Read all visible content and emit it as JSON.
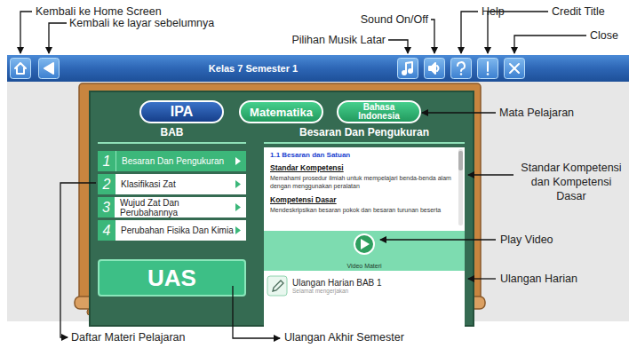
{
  "diagram": {
    "nodes": [
      {
        "text": [
          "Kelas 7 Semester 1"
        ]
      },
      {
        "text": [
          "BAB",
          "Besaran Dan Pengukuran"
        ]
      },
      {
        "text": [
          "IPA"
        ],
        "in": 1
      },
      {
        "text": [
          "Matematika"
        ],
        "in": 1
      },
      {
        "text": [
          "Bahasa Indonesia"
        ],
        "in": 1
      },
      {
        "text": [
          "1",
          "Besaran Dan Pengukuran"
        ],
        "in": 1
      },
      {
        "text": [
          "2",
          "Klasifikasi Zat"
        ],
        "in": 1
      },
      {
        "text": [
          "3",
          "Wujud Zat Dan Perubahannya"
        ],
        "in": 1
      },
      {
        "text": [
          "4",
          "Perubahan Fisika Dan Kimia"
        ],
        "in": 1
      },
      {
        "text": [
          "UAS"
        ],
        "in": 1
      },
      {
        "text": [
          "1.1 Besaran dan Satuan",
          "Standar Kompetensi",
          "Memahami prosedur ilmiah untuk mempelajari benda-benda alam dengan menggunakan peralatan",
          "Kompetensi Dasar",
          "Mendeskripsikan besaran pokok dan besaran turunan beserta"
        ],
        "in": 1
      },
      {
        "text": [
          "Video Materi"
        ],
        "in": 1
      },
      {
        "text": [
          "Ulangan Harian BAB 1",
          "Selamat mengerjakan"
        ],
        "in": 1
      }
    ],
    "labels": [
      "Kembali ke Home Screen",
      "Kembali ke layar sebelumnya",
      "Pilihan Musik Latar",
      "Sound On/Off",
      "Help",
      "Credit Title",
      "Close",
      "Mata Pelajaran",
      "Standar Kompetensi dan Kompetensi Dasar",
      "Play Video",
      "Ulangan Harian",
      "Daftar Materi Pelajaran",
      "Ulangan Akhir Semester"
    ]
  }
}
